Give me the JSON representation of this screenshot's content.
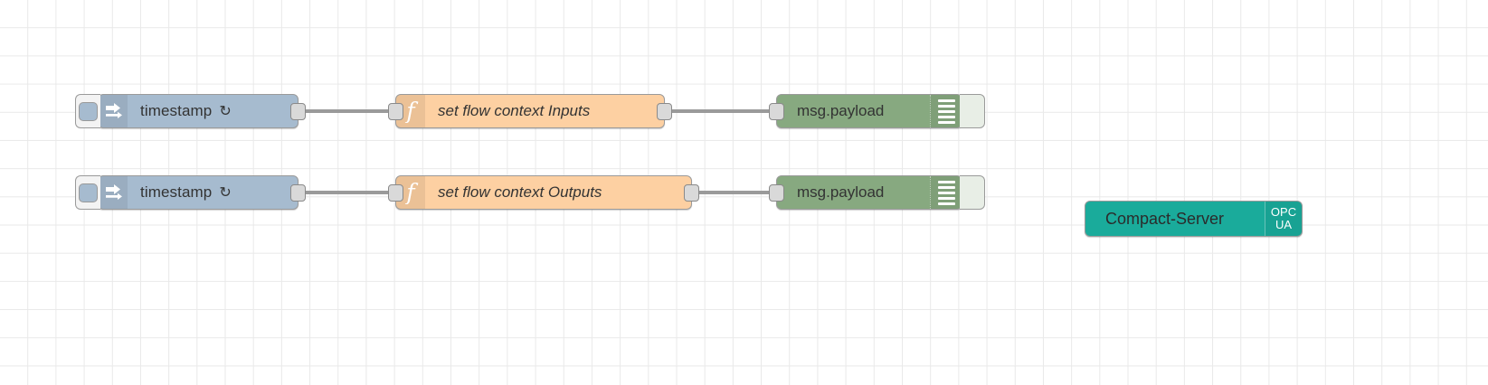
{
  "editor": {
    "name": "node-red-flow-canvas",
    "grid_color": "#e9e9e9",
    "background": "#ffffff"
  },
  "palette": {
    "inject_color": "#a6bbcf",
    "function_color": "#fdd0a2",
    "debug_color": "#87a980",
    "opcua_color": "#1aab9b",
    "wire_color": "#9a9a9a",
    "port_color": "#d9d9d9"
  },
  "flows": [
    {
      "row": "inputs-row",
      "inject": {
        "label": "timestamp",
        "repeat_glyph": "↻",
        "icon": "inject-arrow-icon",
        "button": "inject-trigger-button"
      },
      "function": {
        "label": "set flow context Inputs",
        "icon": "function-f-icon"
      },
      "debug": {
        "label": "msg.payload",
        "icon": "debug-bars-icon",
        "toggle": "debug-enable-toggle"
      }
    },
    {
      "row": "outputs-row",
      "inject": {
        "label": "timestamp",
        "repeat_glyph": "↻",
        "icon": "inject-arrow-icon",
        "button": "inject-trigger-button"
      },
      "function": {
        "label": "set flow context Outputs",
        "icon": "function-f-icon"
      },
      "debug": {
        "label": "msg.payload",
        "icon": "debug-bars-icon",
        "toggle": "debug-enable-toggle"
      }
    }
  ],
  "opcua": {
    "label": "Compact-Server",
    "badge_top": "OPC",
    "badge_bottom": "UA"
  }
}
